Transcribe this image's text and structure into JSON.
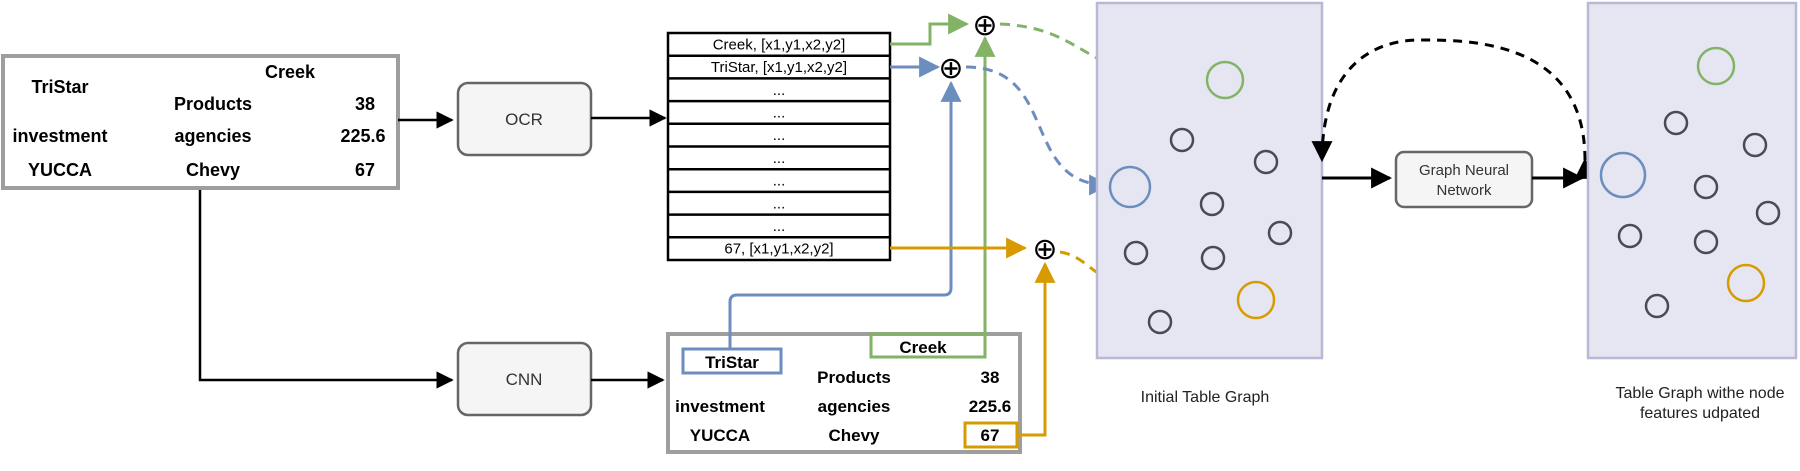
{
  "input_table": {
    "cells": [
      {
        "text": "TriStar",
        "col": 0,
        "row": 0
      },
      {
        "text": "Creek",
        "col": 1,
        "row": -1
      },
      {
        "text": "Products",
        "col": 1,
        "row": 0
      },
      {
        "text": "38",
        "col": 2,
        "row": 0
      },
      {
        "text": "investment",
        "col": 0,
        "row": 1
      },
      {
        "text": "agencies",
        "col": 1,
        "row": 1
      },
      {
        "text": "225.6",
        "col": 2,
        "row": 1
      },
      {
        "text": "YUCCA",
        "col": 0,
        "row": 2
      },
      {
        "text": "Chevy",
        "col": 1,
        "row": 2
      },
      {
        "text": "67",
        "col": 2,
        "row": 2
      }
    ]
  },
  "ocr_box": {
    "label": "OCR"
  },
  "cnn_box": {
    "label": "CNN"
  },
  "ocr_list": {
    "rows": [
      "Creek, [x1,y1,x2,y2]",
      "TriStar, [x1,y1,x2,y2]",
      "...",
      "...",
      "...",
      "...",
      "...",
      "...",
      "...",
      "67, [x1,y1,x2,y2]"
    ]
  },
  "cnn_table": {
    "tristar": "TriStar",
    "creek": "Creek",
    "products": "Products",
    "v38": "38",
    "investment": "investment",
    "agencies": "agencies",
    "v2256": "225.6",
    "yucca": "YUCCA",
    "chevy": "Chevy",
    "v67": "67"
  },
  "gnn_box": {
    "label_line1": "Graph Neural",
    "label_line2": "Network"
  },
  "captions": {
    "initial_graph": "Initial Table Graph",
    "updated_graph_line1": "Table Graph withe node",
    "updated_graph_line2": "features udpated"
  },
  "concat_symbol": "⊕",
  "colors": {
    "green": "#82b366",
    "blue": "#6c8ebf",
    "orange": "#d79b00",
    "panel_fill": "#e6e6f2",
    "panel_stroke": "#b8b8d6",
    "node_stroke": "#4a4a55",
    "box_fill": "#f5f5f5",
    "box_stroke": "#666666",
    "table_stroke": "#9e9e9e"
  }
}
